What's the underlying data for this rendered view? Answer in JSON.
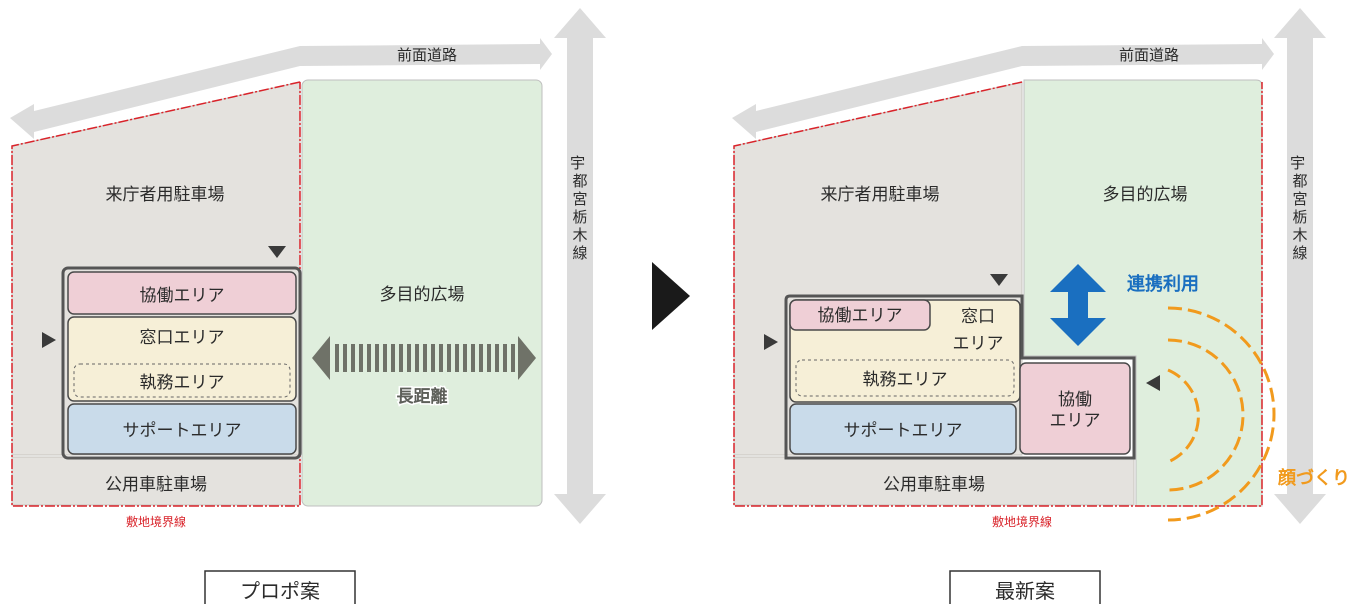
{
  "colors": {
    "parking": "#e4e2de",
    "plaza": "#dfeedd",
    "collab": "#efcfd6",
    "window": "#f6efd7",
    "support": "#c9dbea",
    "road": "#dcdcdc",
    "boundary": "#d9232a",
    "link_arrow": "#1a6fc0",
    "face_arc": "#f19a1d"
  },
  "left": {
    "road_front": "前面道路",
    "road_side": "宇都宮栃木線",
    "visitor_parking": "来庁者用駐車場",
    "plaza": "多目的広場",
    "collab_area": "協働エリア",
    "window_area": "窓口エリア",
    "duty_area": "執務エリア",
    "support_area": "サポートエリア",
    "official_parking": "公用車駐車場",
    "boundary": "敷地境界線",
    "distance": "長距離",
    "caption": "プロポ案"
  },
  "right": {
    "road_front": "前面道路",
    "road_side": "宇都宮栃木線",
    "visitor_parking": "来庁者用駐車場",
    "plaza": "多目的広場",
    "collab_area": "協働エリア",
    "window_line1": "窓口",
    "window_line2": "エリア",
    "duty_area": "執務エリア",
    "support_area": "サポートエリア",
    "collab2_line1": "協働",
    "collab2_line2": "エリア",
    "official_parking": "公用車駐車場",
    "boundary": "敷地境界線",
    "link_use": "連携利用",
    "face_making": "顔づくり",
    "caption": "最新案"
  }
}
